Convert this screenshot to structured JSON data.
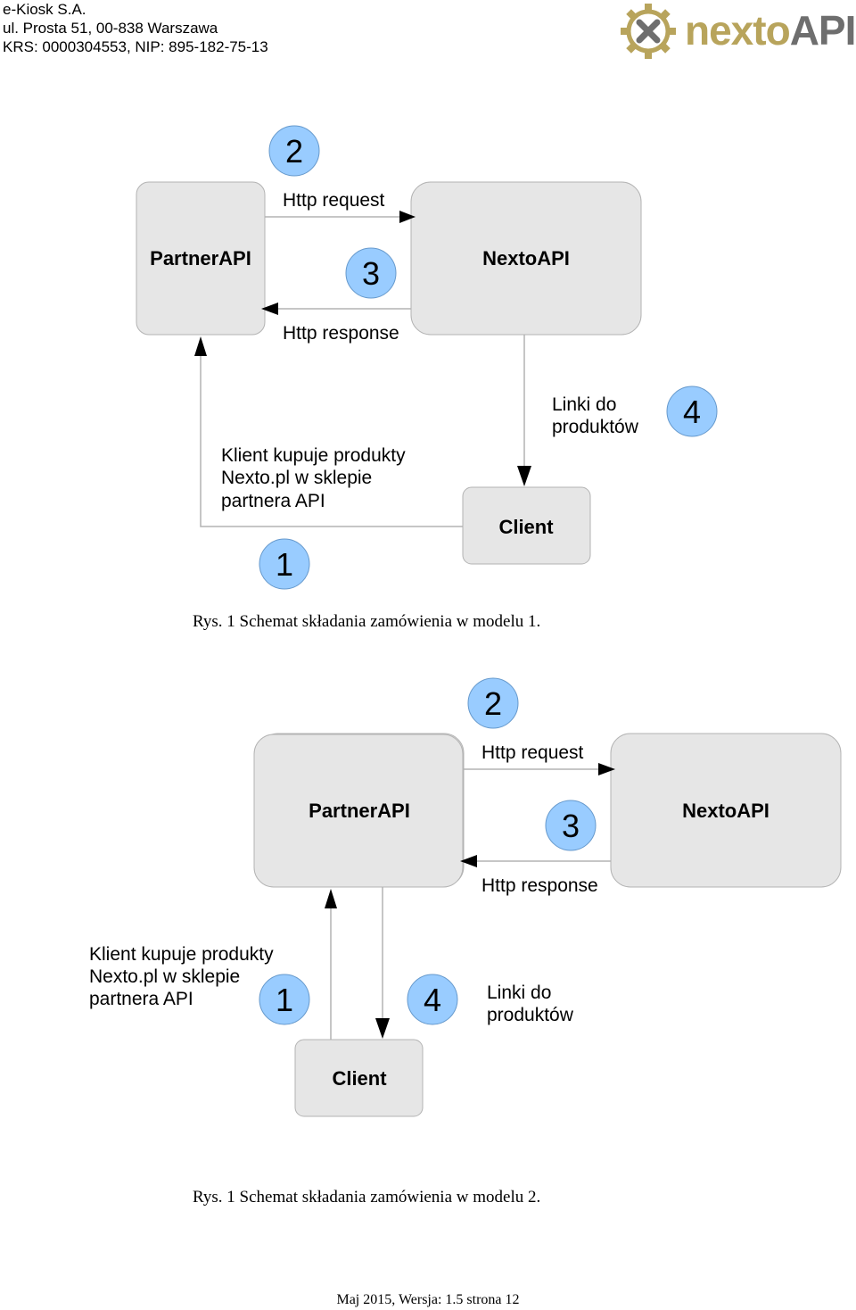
{
  "header": {
    "company": "e-Kiosk S.A.",
    "address": "ul. Prosta 51, 00-838 Warszawa",
    "registry": "KRS: 0000304553, NIP: 895-182-75-13"
  },
  "logo": {
    "part1": "nexto",
    "part2": "API",
    "icon": "gear-x-icon"
  },
  "diagram1": {
    "partner": "PartnerAPI",
    "nexto": "NextoAPI",
    "client": "Client",
    "http_request": "Http request",
    "http_response": "Http response",
    "buy_text": [
      "Klient kupuje produkty",
      "Nexto.pl w sklepie",
      "partnera API"
    ],
    "links_text": [
      "Linki do",
      "produktów"
    ],
    "steps": [
      "1",
      "2",
      "3",
      "4"
    ],
    "caption": "Rys. 1 Schemat składania zamówienia w modelu 1."
  },
  "diagram2": {
    "partner": "PartnerAPI",
    "nexto": "NextoAPI",
    "client": "Client",
    "http_request": "Http request",
    "http_response": "Http response",
    "buy_text": [
      "Klient kupuje produkty",
      "Nexto.pl w sklepie",
      "partnera API"
    ],
    "links_text": [
      "Linki do",
      "produktów"
    ],
    "steps": [
      "1",
      "2",
      "3",
      "4"
    ],
    "caption": "Rys. 1 Schemat składania zamówienia w modelu 2."
  },
  "footer": "Maj 2015, Wersja: 1.5 strona 12",
  "colors": {
    "box_fill": "#e6e6e6",
    "box_stroke": "#b3b3b3",
    "circle_fill": "#99ccff",
    "circle_stroke": "#6699cc",
    "logo_gold": "#b8a45c",
    "logo_gray": "#6e6e6e"
  }
}
